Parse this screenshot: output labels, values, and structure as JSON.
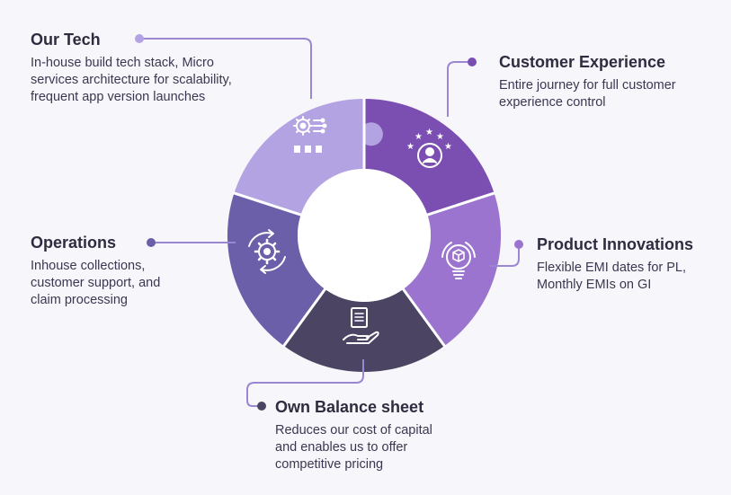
{
  "colors": {
    "background": "#f7f6fb",
    "our_tech": "#b3a3e2",
    "customer_experience": "#7b4fb2",
    "product_innovations": "#9b74cf",
    "own_balance_sheet": "#4b4563",
    "operations": "#6a5fa8",
    "connector": "#9b86d2",
    "text": "#2e2c3f"
  },
  "segments": [
    {
      "id": "our_tech",
      "title": "Our Tech",
      "lines": [
        "In-house build tech stack, Micro",
        "services architecture for scalability,",
        "frequent app version launches"
      ],
      "icon": "tech-gear-circuit-icon"
    },
    {
      "id": "customer_experience",
      "title": "Customer Experience",
      "lines": [
        "Entire journey for full customer",
        "experience control"
      ],
      "icon": "customer-stars-icon"
    },
    {
      "id": "product_innovations",
      "title": "Product Innovations",
      "lines": [
        "Flexible EMI dates for PL,",
        "Monthly EMIs on GI"
      ],
      "icon": "lightbulb-box-icon"
    },
    {
      "id": "own_balance_sheet",
      "title": "Own Balance sheet",
      "lines": [
        "Reduces our cost of capital",
        "and enables us to offer",
        "competitive pricing"
      ],
      "icon": "document-hand-icon"
    },
    {
      "id": "operations",
      "title": "Operations",
      "lines": [
        "Inhouse collections,",
        "customer support, and",
        "claim processing"
      ],
      "icon": "gear-cycle-icon"
    }
  ]
}
